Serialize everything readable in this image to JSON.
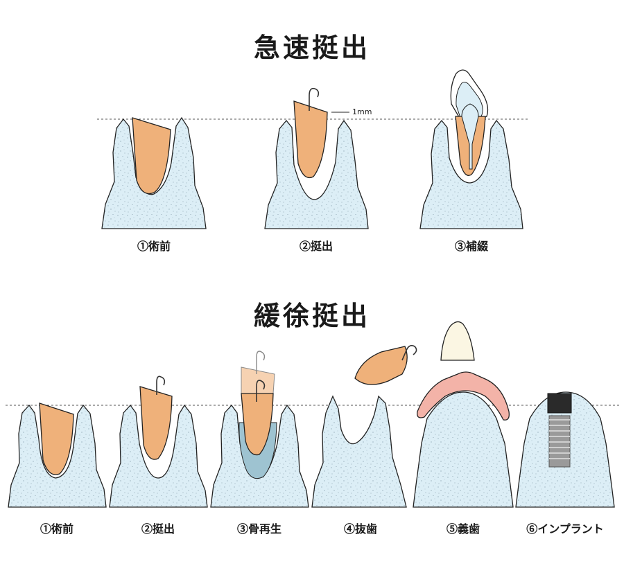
{
  "rapid": {
    "title": "急速挺出",
    "measure_label": "1mm",
    "steps": [
      "①術前",
      "②挺出",
      "③補綴"
    ]
  },
  "slow": {
    "title": "緩徐挺出",
    "steps": [
      "①術前",
      "②挺出",
      "③骨再生",
      "④抜歯",
      "⑤義歯",
      "⑥インプラント"
    ]
  },
  "colors": {
    "bone": "#dceef6",
    "tooth_root": "#efb17a",
    "new_bone": "#9ec3d1",
    "gum_denture": "#f3b3a8",
    "crown": "#fbf6e3",
    "implant": "#9a9a9a",
    "abutment": "#2a2a2a"
  }
}
